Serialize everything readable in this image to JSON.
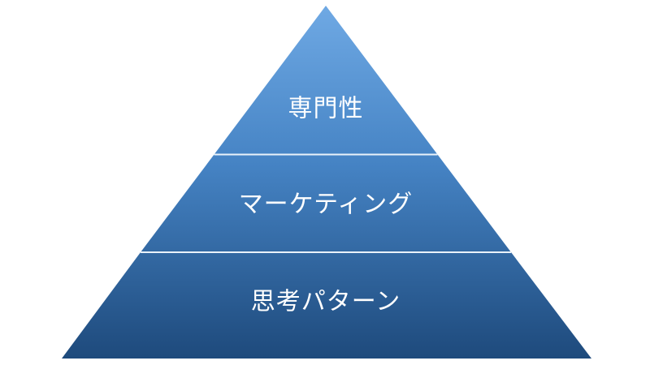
{
  "pyramid": {
    "type": "pyramid-diagram",
    "levels": [
      {
        "id": "top",
        "label": "専門性"
      },
      {
        "id": "middle",
        "label": "マーケティング"
      },
      {
        "id": "bottom",
        "label": "思考パターン"
      }
    ],
    "colors": {
      "gradient_top": "#6FA9E4",
      "gradient_mid": "#4583C4",
      "gradient_bottom": "#1E4A7C",
      "divider": "#EAF2FA",
      "text": "#FFFFFF",
      "background": "#FFFFFF"
    }
  }
}
